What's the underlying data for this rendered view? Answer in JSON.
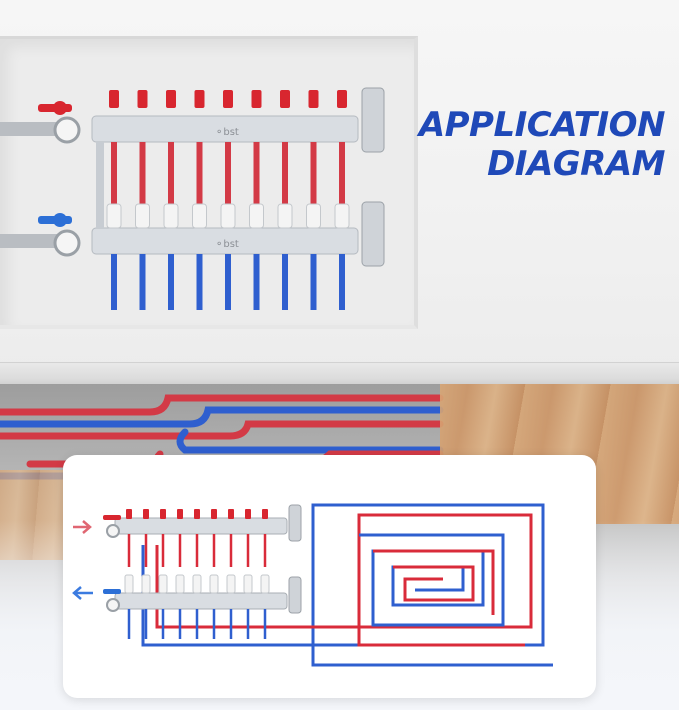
{
  "heading": {
    "line1": "APPLICATION",
    "line2": "DIAGRAM"
  },
  "brand": {
    "logo_text": "bst"
  },
  "colors": {
    "heading": "#1f49b8",
    "supply_red": "#d92b3a",
    "return_blue": "#2f5fcf",
    "manifold_silver": "#d9dde2"
  },
  "illustration": {
    "manifold_loops": 9,
    "icons": [
      "supply-arrow-icon",
      "return-arrow-icon",
      "pressure-gauge-icon",
      "air-vent-icon"
    ]
  }
}
